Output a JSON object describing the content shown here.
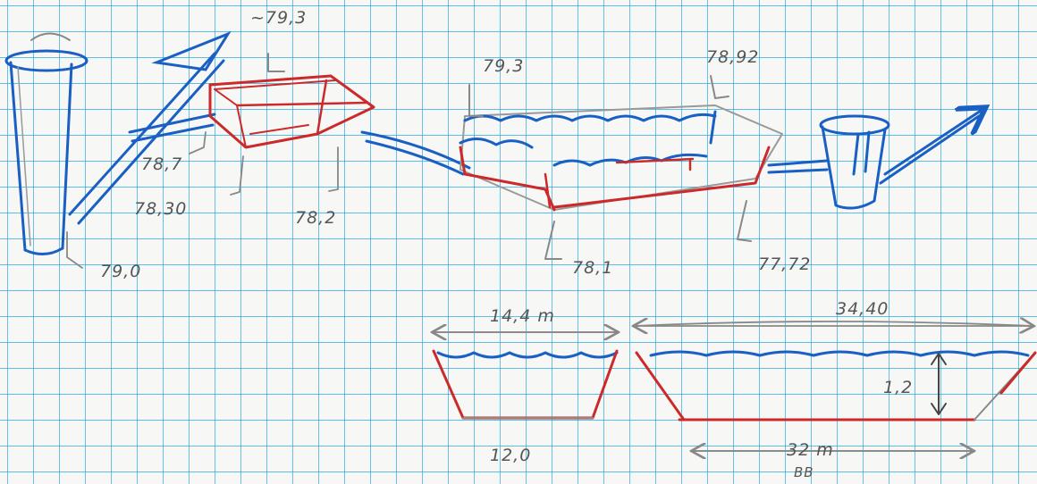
{
  "colors": {
    "grid": "#29a9e0",
    "paper": "#f7f8f6",
    "water": "#1a5fc4",
    "structure": "#cc2a2a",
    "pencil": "#9a9a9a",
    "ink": "#555555"
  },
  "labels": {
    "top_approx": "~79,3",
    "left_79_1": "78,7",
    "left_78_30": "78,30",
    "tank_78_2": "78,2",
    "tower_79_0": "79,0",
    "basin_79_3": "79,3",
    "basin_78_92": "78,92",
    "basin_78_1": "78,1",
    "basin_77_72": "77,72",
    "width_top_small": "14,4 m",
    "width_top_large": "34,40",
    "depth": "1,2",
    "bottom_small": "12,0",
    "bottom_large": "32 m",
    "bottom_large_sub": "BB"
  }
}
